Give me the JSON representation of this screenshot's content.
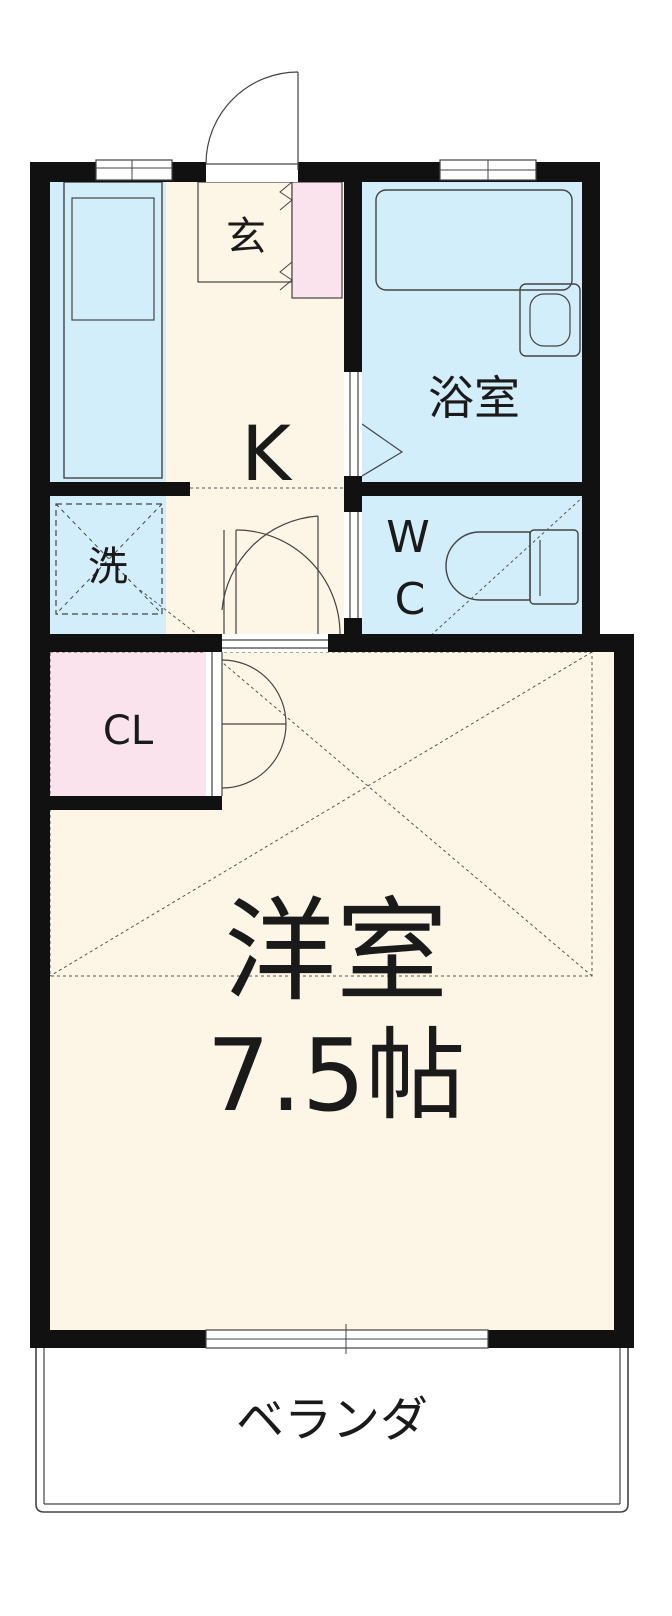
{
  "rooms": {
    "genkan": "玄",
    "kitchen": "K",
    "bath": "浴室",
    "wc_w": "W",
    "wc_c": "C",
    "laundry": "洗",
    "closet": "CL",
    "western_room": "洋室",
    "western_room_size": "7.5帖",
    "balcony": "ベランダ"
  },
  "colors": {
    "wall": "#111111",
    "floor": "#fdf6e6",
    "wet_area": "#d2eefa",
    "closet": "#fae3ec",
    "entry": "#fdf6e6",
    "shoe_box": "#fae3ec"
  }
}
